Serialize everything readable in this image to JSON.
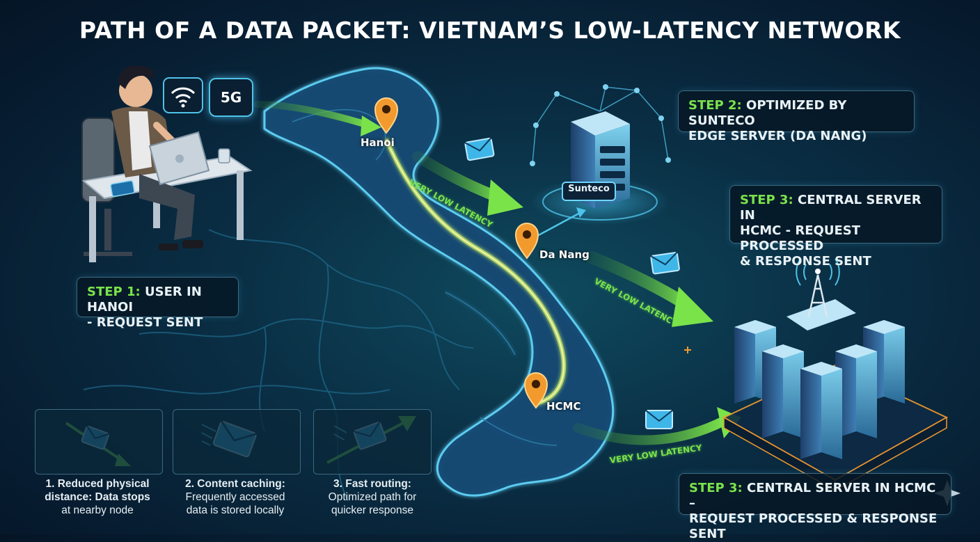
{
  "title": "PATH OF A DATA PACKET: VIETNAM’S LOW-LATENCY NETWORK",
  "step1": {
    "hl": "STEP 1:",
    "text1": "USER IN HANOI",
    "text2": "- REQUEST SENT"
  },
  "step2": {
    "hl": "STEP 2:",
    "text1": "OPTIMIZED BY SUNTECO",
    "text2": "EDGE SERVER (DA NANG)"
  },
  "step3a": {
    "hl": "STEP 3:",
    "text1": "CENTRAL SERVER IN",
    "text2": "HCMC - REQUEST PROCESSED",
    "text3": "& RESPONSE SENT"
  },
  "step3b": {
    "hl": "STEP 3:",
    "text1": "CENTRAL SERVER IN HCMC –",
    "text2": "REQUEST PROCESSED & RESPONSE SENT"
  },
  "cities": {
    "hanoi": "Hanoi",
    "danang": "Da Nang",
    "hcmc": "HCMC"
  },
  "latency": {
    "label1": "VERY LOW LATENCY",
    "label2": "VERY LOW LATENCY",
    "label3": "VERY LOW LATENCY"
  },
  "badges": {
    "fiveg": "5G"
  },
  "server_label": "Sunteco",
  "benefits": [
    {
      "title": "1. Reduced physical",
      "line2": "distance: Data stops",
      "line3": "at nearby node"
    },
    {
      "title": "2. Content caching:",
      "line2": "Frequently accessed",
      "line3": "data is stored locally"
    },
    {
      "title": "3. Fast routing:",
      "line2": "Optimized path for",
      "line3": "quicker response"
    }
  ],
  "colors": {
    "accent_green": "#7be34a",
    "accent_cyan": "#4fc3e8",
    "orange": "#f29a2e"
  }
}
